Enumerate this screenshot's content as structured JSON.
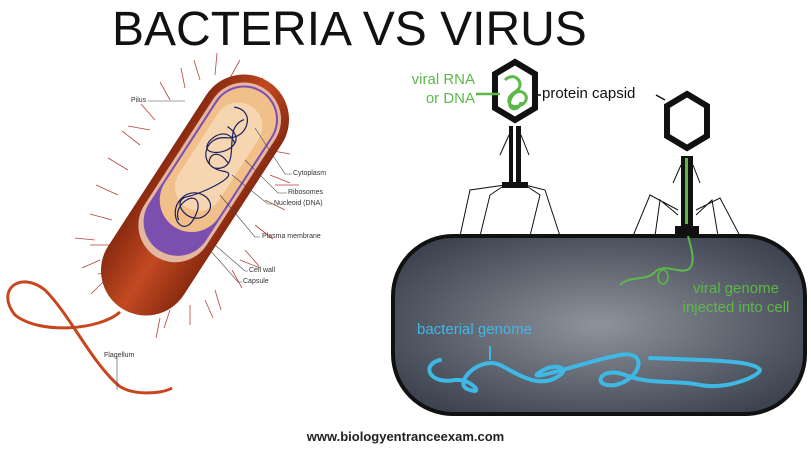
{
  "title": "BACTERIA VS VIRUS",
  "bacteria": {
    "labels": {
      "pilus": "Pilus",
      "cytoplasm": "Cytoplasm",
      "ribosomes": "Ribosomes",
      "nucleoid": "Nucleoid (DNA)",
      "plasma_membrane": "Plasma membrane",
      "cell_wall": "Cell wall",
      "capsule": "Capsule",
      "flagellum": "Flagellum"
    },
    "colors": {
      "capsule": "#b03a18",
      "cytoplasm": "#f1c08a",
      "membrane": "#7b4fb0",
      "dna": "#1b1f5e",
      "pili": "#b5443a"
    }
  },
  "virus": {
    "labels": {
      "viral_rna_line1": "viral RNA",
      "viral_rna_line2": "or DNA",
      "protein_capsid": "protein capsid",
      "viral_genome_line1": "viral genome",
      "viral_genome_line2": "injected into cell",
      "bacterial_genome": "bacterial genome"
    },
    "colors": {
      "viral_genome": "#5cb848",
      "bacterial_genome": "#3fb8e6",
      "host_cell": "#4e5563",
      "capsid": "#111111"
    }
  },
  "footer": "www.biologyentranceexam.com"
}
